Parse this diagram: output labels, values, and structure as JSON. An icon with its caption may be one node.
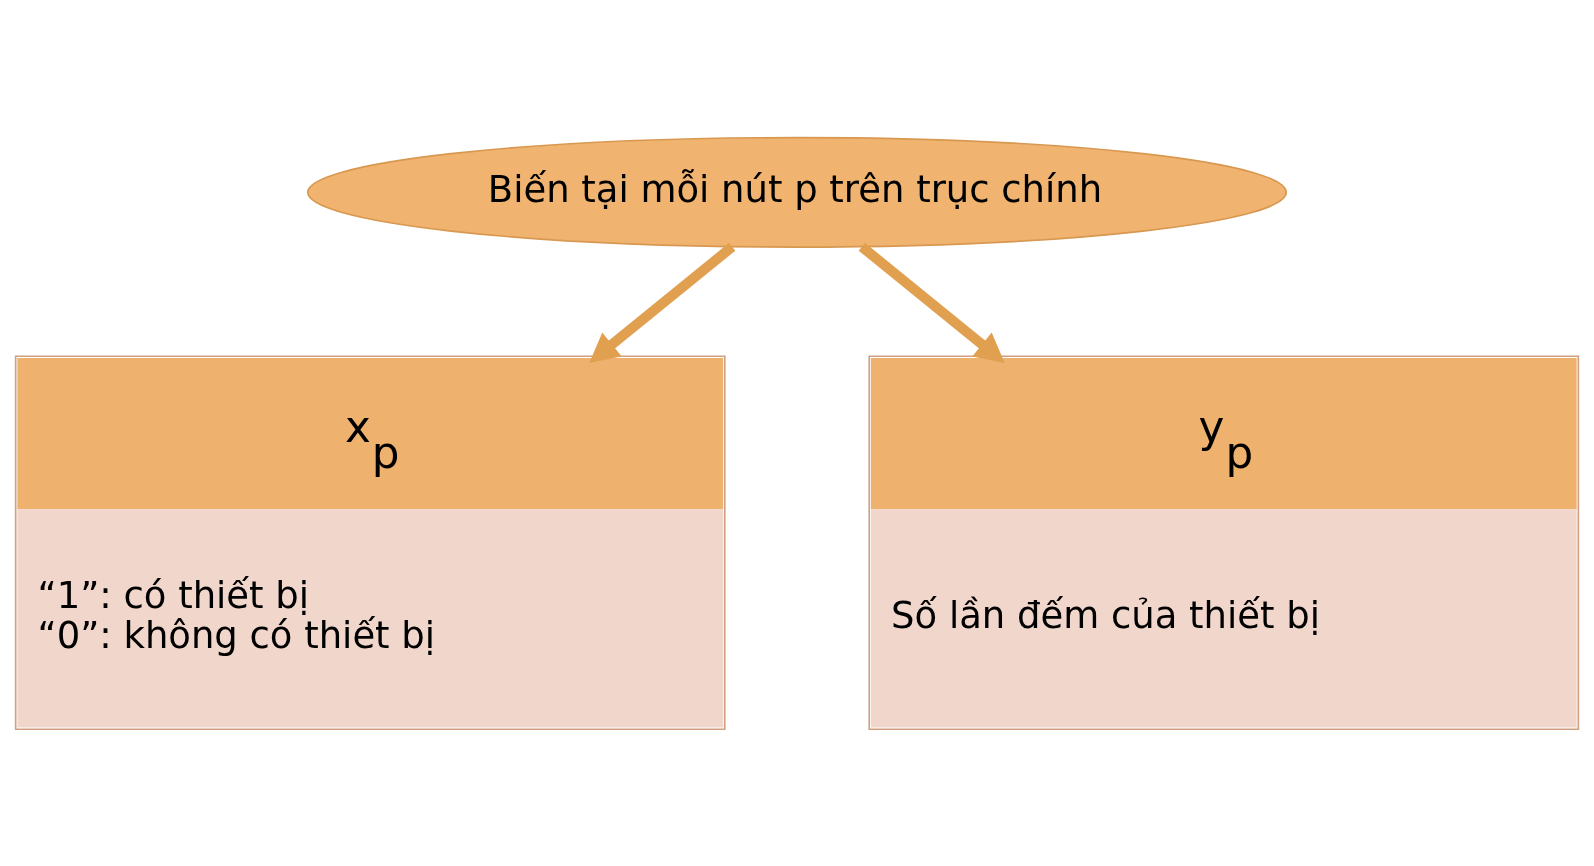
{
  "diagram": {
    "nodes": [
      {
        "text": [
          "Biến tại mỗi nút p trên trục chính"
        ]
      },
      {
        "text": [
          "x$_{p}$",
          "“1”: có thiết bị",
          "“0”: không có thiết bị"
        ]
      },
      {
        "text": [
          "y$_{p}$",
          "Số lần đếm của thiết bị"
        ]
      }
    ],
    "edges": [
      {
        "from": 0,
        "to": 1,
        "arrow": "to"
      },
      {
        "from": 0,
        "to": 2,
        "arrow": "to"
      }
    ]
  }
}
